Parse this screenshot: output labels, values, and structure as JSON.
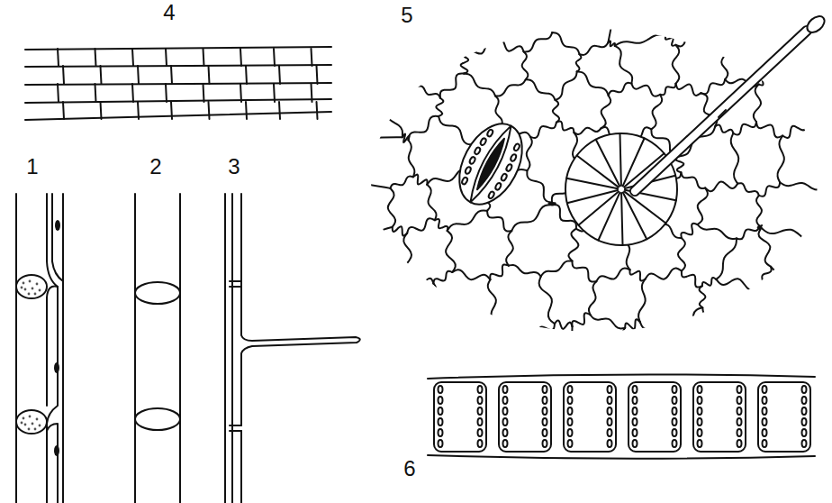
{
  "diagram": {
    "labels": [
      "4",
      "5",
      "1",
      "2",
      "3",
      "6"
    ]
  }
}
